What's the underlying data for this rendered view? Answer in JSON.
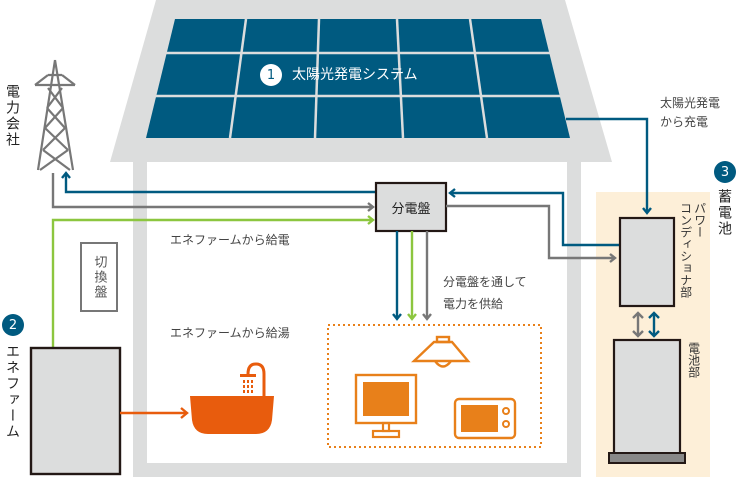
{
  "colors": {
    "house_gray": "#dcdddd",
    "panel_blue": "#005a80",
    "line_blue": "#005a80",
    "line_gray": "#777777",
    "line_green": "#8cc63f",
    "line_orange": "#e85c0d",
    "appliance_orange": "#e8801a",
    "battery_bg": "#fdefd8",
    "box_fill": "#dcdddd",
    "box_stroke": "#231815"
  },
  "icons": {
    "tower": "power-tower-icon",
    "solar": "solar-panel-icon",
    "bathtub": "bathtub-icon",
    "lamp": "lamp-icon",
    "tv": "tv-icon",
    "microwave": "microwave-icon"
  },
  "power_company": {
    "label": "電力会社"
  },
  "solar": {
    "number": "1",
    "label": "太陽光発電システム"
  },
  "solar_charge_note": {
    "line1": "太陽光発電",
    "line2": "から充電"
  },
  "battery": {
    "number": "3",
    "label": "蓄電池",
    "power_conditioner_label_1": "パワー",
    "power_conditioner_label_2": "コンディショナ部",
    "battery_unit_label": "電池部"
  },
  "distribution_board": {
    "label": "分電盤"
  },
  "switchboard": {
    "label": "切換盤"
  },
  "enefarm": {
    "number": "2",
    "label": "エネファーム"
  },
  "notes": {
    "enefarm_power": "エネファームから給電",
    "enefarm_hot_water": "エネファームから給湯",
    "supply_line1": "分電盤を通して",
    "supply_line2": "電力を供給"
  }
}
